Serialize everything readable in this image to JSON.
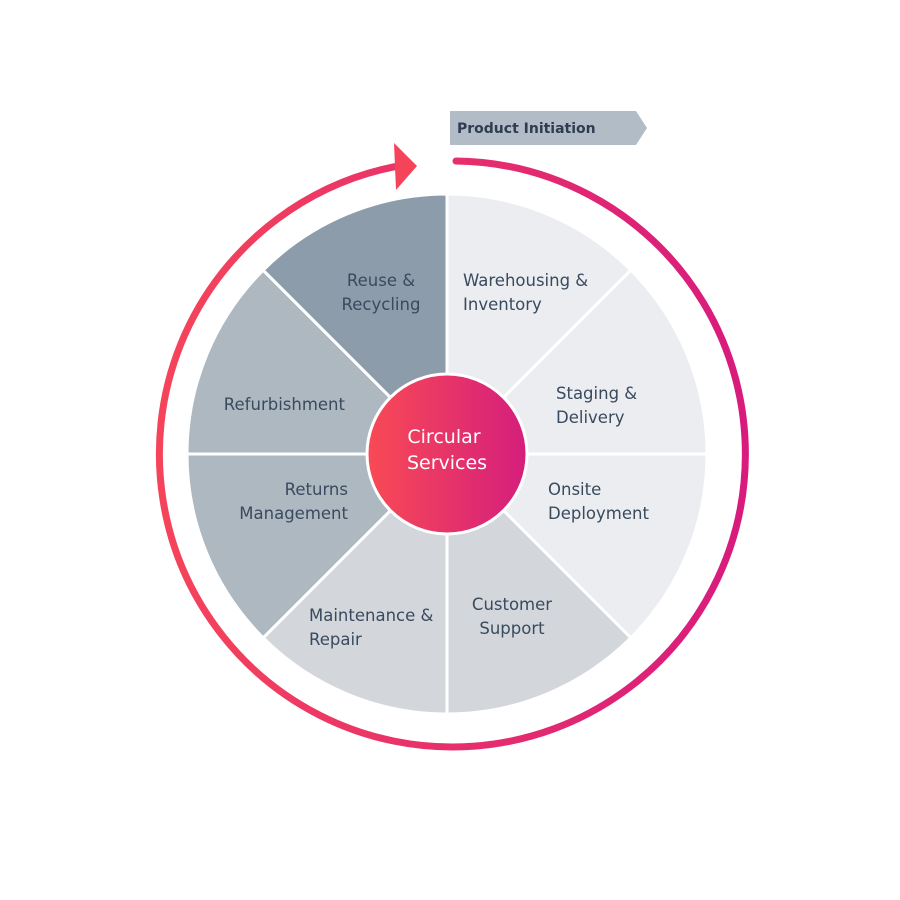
{
  "tag": {
    "label": "Product Initiation"
  },
  "center": {
    "lines": [
      "Circular",
      "Services"
    ]
  },
  "segments": [
    {
      "id": "warehousing-inventory",
      "lines": [
        "Warehousing &",
        "Inventory"
      ],
      "color": "#ebedf0"
    },
    {
      "id": "staging-delivery",
      "lines": [
        "Staging &",
        "Delivery"
      ],
      "color": "#ebedf0"
    },
    {
      "id": "onsite-deployment",
      "lines": [
        "Onsite",
        "Deployment"
      ],
      "color": "#ebedf0"
    },
    {
      "id": "customer-support",
      "lines": [
        "Customer",
        "Support"
      ],
      "color": "#d3d7dc"
    },
    {
      "id": "maintenance-repair",
      "lines": [
        "Maintenance &",
        "Repair"
      ],
      "color": "#d3d7dc"
    },
    {
      "id": "returns-management",
      "lines": [
        "Returns",
        "Management"
      ],
      "color": "#aeb8c1"
    },
    {
      "id": "refurbishment",
      "lines": [
        "Refurbishment"
      ],
      "color": "#aeb8c1"
    },
    {
      "id": "reuse-recycling",
      "lines": [
        "Reuse &",
        "Recycling"
      ],
      "color": "#8d9caa"
    }
  ],
  "colors": {
    "arc_start": "#f5445a",
    "arc_end": "#d81b7d",
    "tag_fill": "#b1bcc6",
    "text": "#3a4a5e"
  }
}
